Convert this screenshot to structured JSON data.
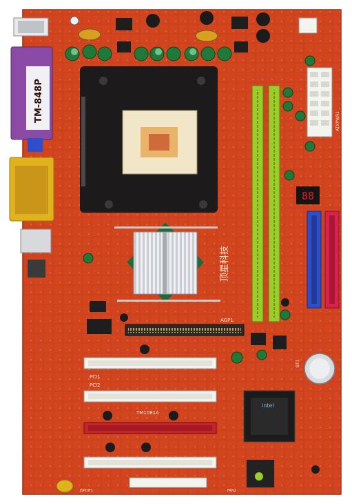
{
  "board": {
    "model_label": "TM-848P",
    "chinese_brand": "顶星科技",
    "slot_labels": {
      "agp": "AGP1",
      "pci1": "PCI1",
      "pci2": "PCI2",
      "pci_chip": "TM1081A",
      "atx": "ATXPWR1",
      "bt": "BT1",
      "fan": "FAN2",
      "jspdif": "JSPDIF1"
    },
    "chipset_label": "intel",
    "debug_display": "88"
  },
  "colors": {
    "pcb": "#d4481f",
    "pcb_dark": "#a8300f",
    "dimm_green": "#9ccb2a",
    "ide_blue": "#2f4fc8",
    "ide_red": "#d8234a",
    "parallel_purple": "#8a4aa6",
    "vga_yellow": "#e0b21e",
    "pci_white": "#f4f4ee",
    "pci_red": "#c8232a",
    "socket_black": "#1c1a1a",
    "heatsink_silver": "#d6d9de"
  }
}
